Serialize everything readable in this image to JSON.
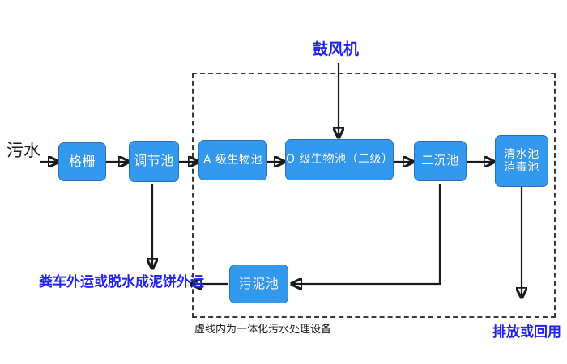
{
  "diagram": {
    "title_note_top": "鼓风机",
    "caption_bottom": "虚线内为一体化污水处理设备",
    "inlet_label": "污水",
    "outlet_label": "排放或回用",
    "sludge_disposal_label": "粪车外运或脱水成泥饼外运",
    "colors": {
      "node_fill": "#3399ee",
      "node_border": "#2a6fb5",
      "node_text": "#ffffff",
      "annotation_blue": "#2222ee",
      "connector": "#1a1a1a",
      "enclosure_dash": "#3a3a3a",
      "page_background": "#ffffff"
    },
    "nodes": [
      {
        "id": "grille",
        "label": "格栅",
        "line2": ""
      },
      {
        "id": "equalization",
        "label": "调节池",
        "line2": ""
      },
      {
        "id": "a-stage",
        "label": "A 级生物池",
        "line2": ""
      },
      {
        "id": "o-stage",
        "label": "O 级生物池（二级）",
        "line2": ""
      },
      {
        "id": "clarifier",
        "label": "二沉池",
        "line2": ""
      },
      {
        "id": "clearwater",
        "label": "清水池",
        "line2": "消毒池"
      },
      {
        "id": "sludge-tank",
        "label": "污泥池",
        "line2": ""
      }
    ],
    "flow_sequence": [
      "污水",
      "格栅",
      "调节池",
      "A 级生物池",
      "O 级生物池（二级）",
      "二沉池",
      "清水池消毒池",
      "排放或回用"
    ],
    "side_streams": [
      {
        "from": "调节池",
        "to": "粪车外运或脱水成泥饼外运"
      },
      {
        "from": "二沉池",
        "to": "污泥池"
      },
      {
        "from": "污泥池",
        "to": "粪车外运或脱水成泥饼外运"
      },
      {
        "from": "鼓风机",
        "to": "O 级生物池（二级）"
      }
    ]
  }
}
